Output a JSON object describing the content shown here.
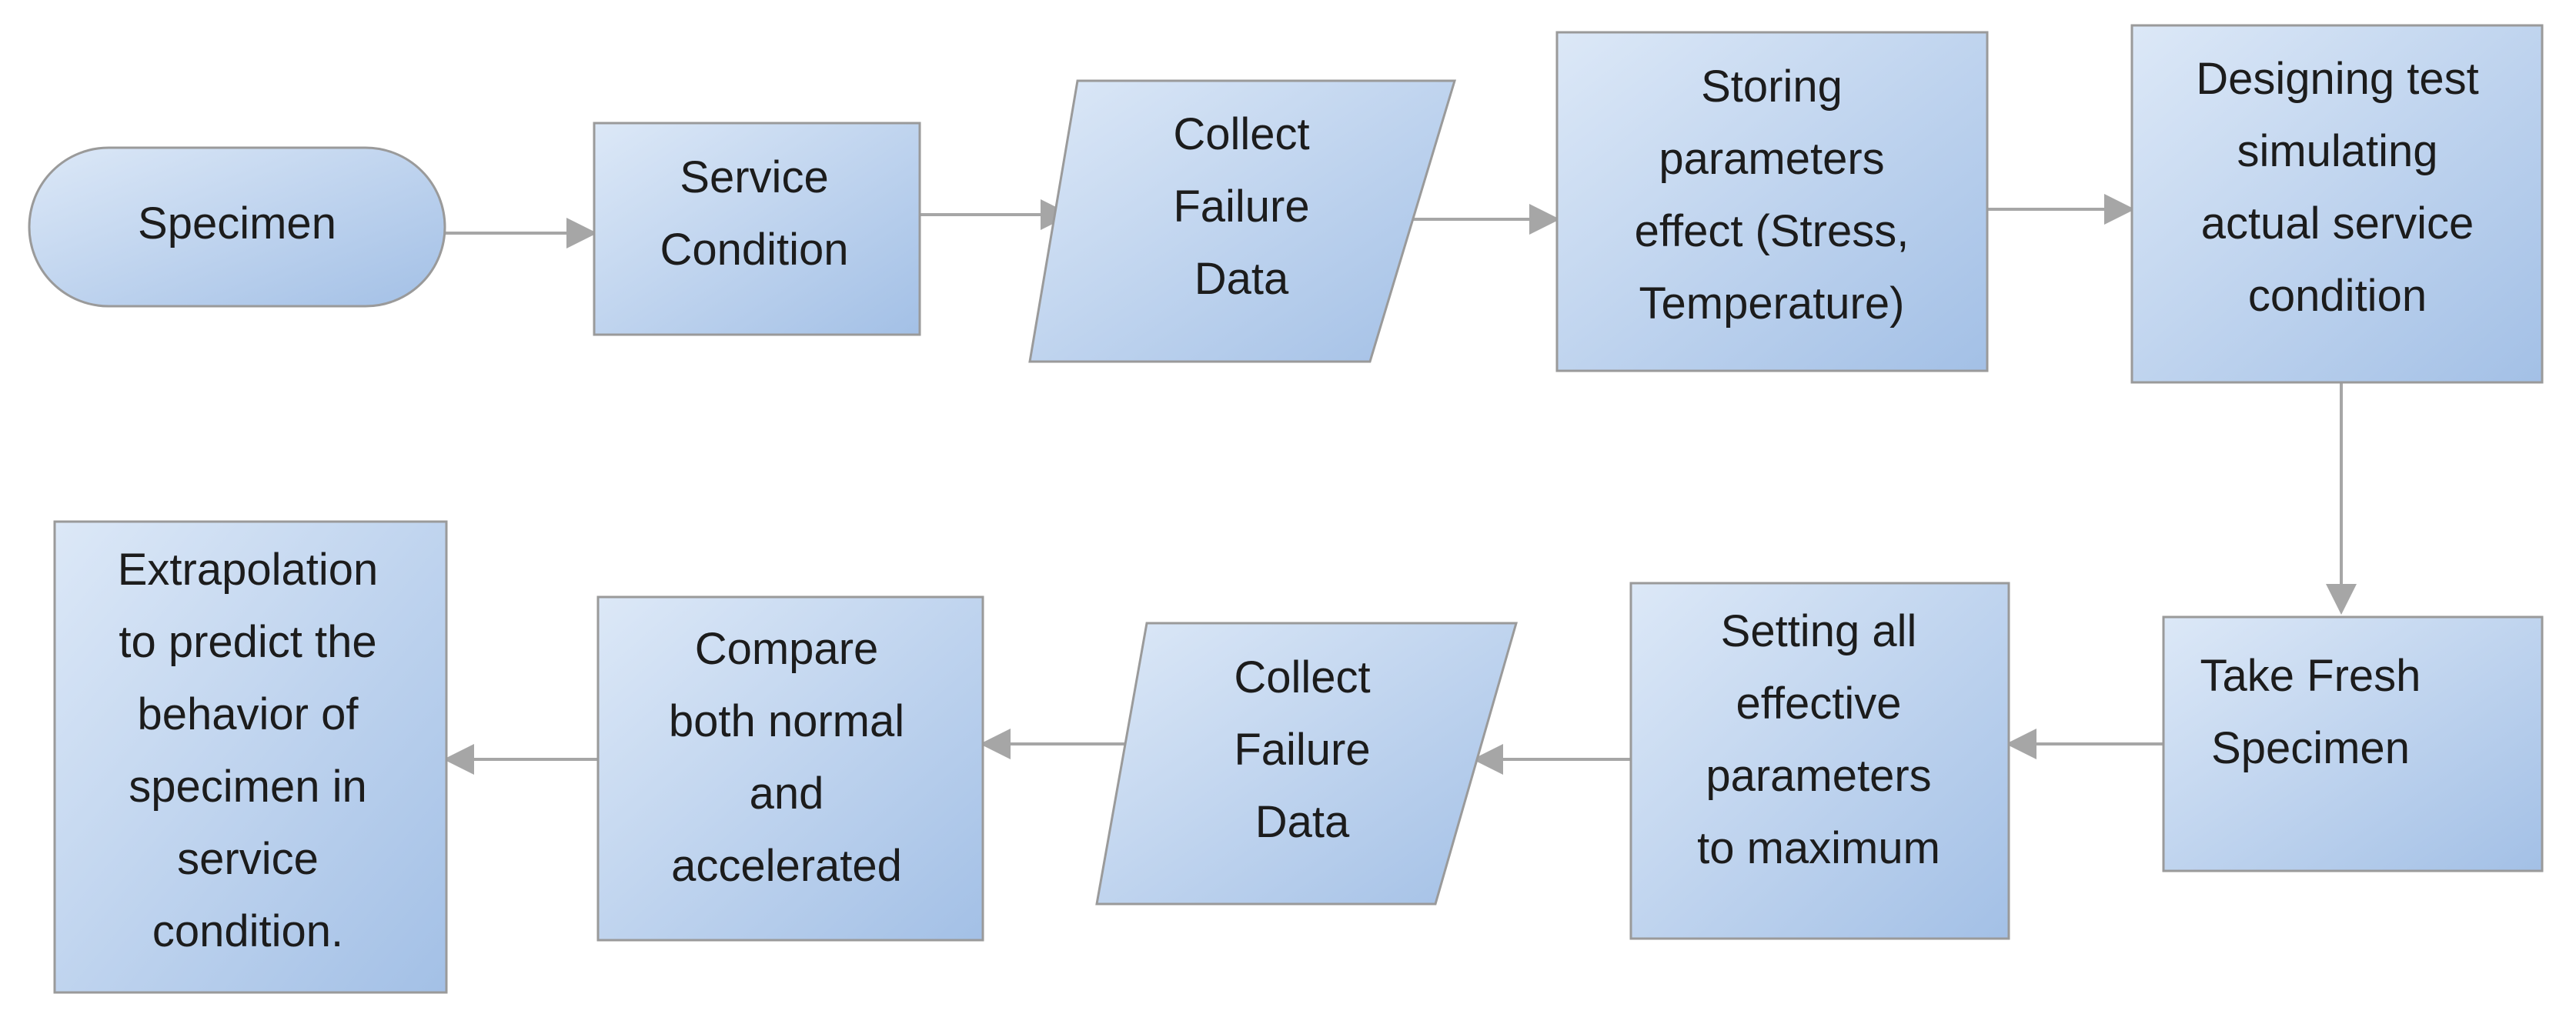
{
  "colors": {
    "shape_fill_light": "#dce8f7",
    "shape_fill_dark": "#a3c0e6",
    "shape_stroke": "#9a9a9a",
    "connector": "#a6a6a6",
    "text": "#1c1c1c"
  },
  "nodes": {
    "specimen": {
      "shape": "terminator",
      "lines": [
        "Specimen"
      ]
    },
    "service_condition": {
      "shape": "process",
      "lines": [
        "Service",
        "Condition"
      ]
    },
    "collect_failure_data_1": {
      "shape": "data",
      "lines": [
        "Collect",
        "Failure",
        "Data"
      ]
    },
    "storing_parameters": {
      "shape": "process",
      "lines": [
        "Storing",
        "parameters",
        "effect (Stress,",
        "Temperature)"
      ]
    },
    "designing_test": {
      "shape": "process",
      "lines": [
        "Designing test",
        "simulating",
        "actual service",
        "condition"
      ]
    },
    "take_fresh_specimen": {
      "shape": "process",
      "lines": [
        "Take Fresh",
        "Specimen"
      ]
    },
    "setting_parameters": {
      "shape": "process",
      "lines": [
        "Setting all",
        "effective",
        "parameters",
        "to maximum"
      ]
    },
    "collect_failure_data_2": {
      "shape": "data",
      "lines": [
        "Collect",
        "Failure",
        "Data"
      ]
    },
    "compare": {
      "shape": "process",
      "lines": [
        "Compare",
        "both normal",
        "and",
        "accelerated"
      ]
    },
    "extrapolation": {
      "shape": "process",
      "lines": [
        "Extrapolation",
        "to predict the",
        "behavior of",
        "specimen in",
        "service",
        "condition."
      ]
    }
  },
  "edges": [
    {
      "from": "specimen",
      "to": "service_condition"
    },
    {
      "from": "service_condition",
      "to": "collect_failure_data_1"
    },
    {
      "from": "collect_failure_data_1",
      "to": "storing_parameters"
    },
    {
      "from": "storing_parameters",
      "to": "designing_test"
    },
    {
      "from": "designing_test",
      "to": "take_fresh_specimen"
    },
    {
      "from": "take_fresh_specimen",
      "to": "setting_parameters"
    },
    {
      "from": "setting_parameters",
      "to": "collect_failure_data_2"
    },
    {
      "from": "collect_failure_data_2",
      "to": "compare"
    },
    {
      "from": "compare",
      "to": "extrapolation"
    }
  ]
}
